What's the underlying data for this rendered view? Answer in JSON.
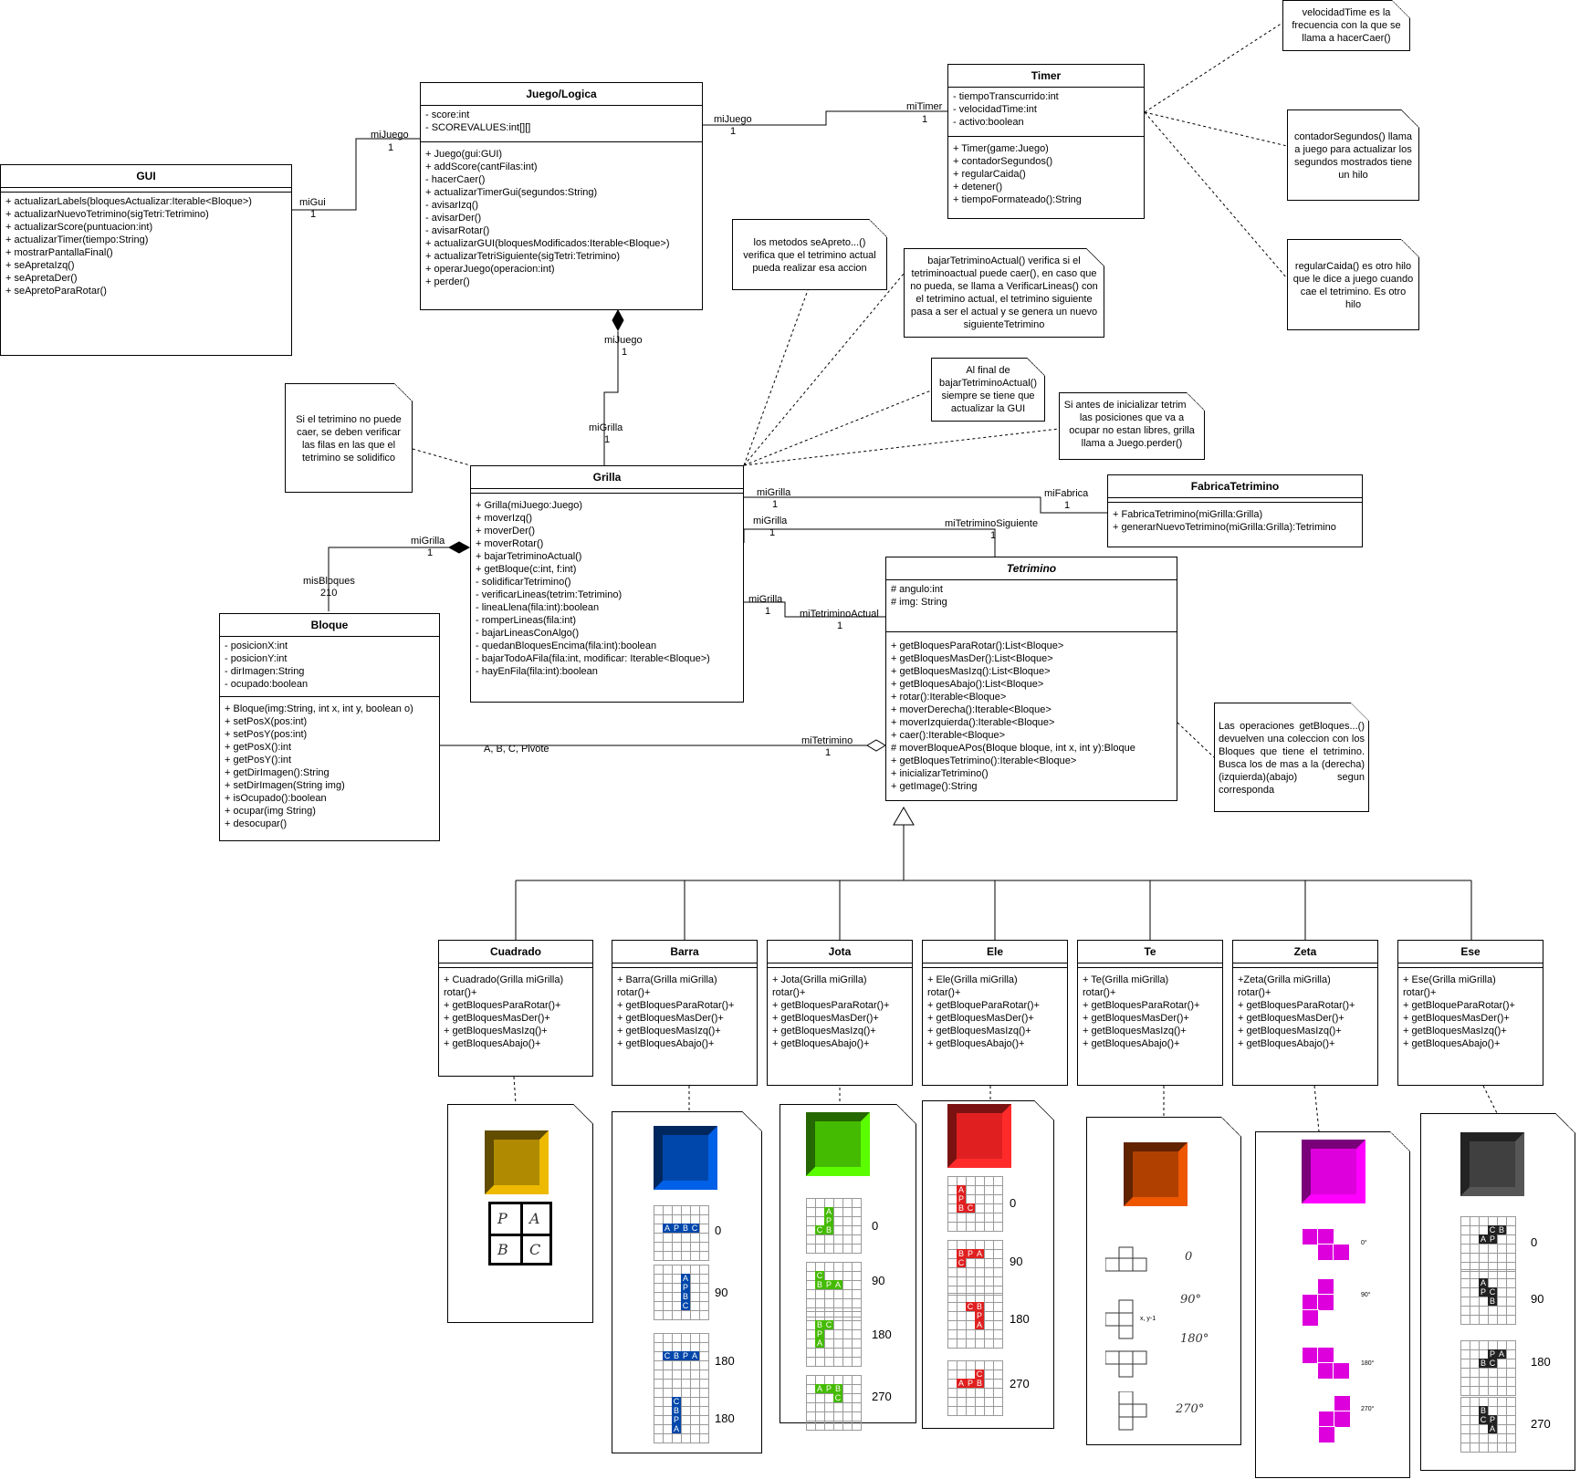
{
  "classes": {
    "gui": {
      "name": "GUI",
      "attrs": [],
      "methods": [
        "+ actualizarLabels(bloquesActualizar:Iterable<Bloque>)",
        "+ actualizarNuevoTetrimino(sigTetri:Tetrimino)",
        "+ actualizarScore(puntuacion:int)",
        "+ actualizarTimer(tiempo:String)",
        "+ mostrarPantallaFinal()",
        "+ seApretaIzq()",
        "+ seApretaDer()",
        "+ seApretoParaRotar()"
      ]
    },
    "juego": {
      "name": "Juego/Logica",
      "attrs": [
        "- score:int",
        "- SCOREVALUES:int[][]"
      ],
      "methods": [
        "+ Juego(gui:GUI)",
        "+ addScore(cantFilas:int)",
        "- hacerCaer()",
        "+ actualizarTimerGui(segundos:String)",
        "- avisarIzq()",
        "- avisarDer()",
        "- avisarRotar()",
        "+ actualizarGUI(bloquesModificados:Iterable<Bloque>)",
        "+ actualizarTetriSiguiente(sigTetri:Tetrimino)",
        "+ operarJuego(operacion:int)",
        "+ perder()"
      ]
    },
    "timer": {
      "name": "Timer",
      "attrs": [
        "- tiempoTranscurrido:int",
        "- velocidadTime:int",
        "- activo:boolean"
      ],
      "methods": [
        "+ Timer(game:Juego)",
        "+ contadorSegundos()",
        "+ regularCaida()",
        "+ detener()",
        "+ tiempoFormateado():String"
      ]
    },
    "grilla": {
      "name": "Grilla",
      "attrs": [],
      "methods": [
        "+ Grilla(miJuego:Juego)",
        "+ moverIzq()",
        "+ moverDer()",
        "+ moverRotar()",
        "+ bajarTetriminoActual()",
        "+ getBloque(c:int, f:int)",
        "- solidificarTetrimino()",
        "- verificarLineas(tetrim:Tetrimino)",
        "- lineaLlena(fila:int):boolean",
        "- romperLineas(fila:int)",
        "- bajarLineasConAlgo()",
        "- quedanBloquesEncima(fila:int):boolean",
        "- bajarTodoAFila(fila:int, modificar: Iterable<Bloque>)",
        "- hayEnFila(fila:int):boolean"
      ]
    },
    "fabrica": {
      "name": "FabricaTetrimino",
      "attrs": [],
      "methods": [
        "+ FabricaTetrimino(miGrilla:Grilla)",
        "+ generarNuevoTetrimino(miGrilla:Grilla):Tetrimino"
      ]
    },
    "tetrimino": {
      "name": "Tetrimino",
      "attrs": [
        "# angulo:int",
        "# img: String"
      ],
      "methods": [
        "+ getBloquesParaRotar():List<Bloque>",
        "+ getBloquesMasDer():List<Bloque>",
        "+ getBloquesMasIzq():List<Bloque>",
        "+ getBloquesAbajo():List<Bloque>",
        "+ rotar():Iterable<Bloque>",
        "+ moverDerecha():Iterable<Bloque>",
        "+ moverIzquierda():Iterable<Bloque>",
        "+ caer():Iterable<Bloque>",
        "# moverBloqueAPos(Bloque bloque, int x, int y):Bloque",
        "+ getBloquesTetrimino():Iterable<Bloque>",
        "+ inicializarTetrimino()",
        "+ getImage():String"
      ]
    },
    "bloque": {
      "name": "Bloque",
      "attrs": [
        "- posicionX:int",
        "- posicionY:int",
        "- dirImagen:String",
        "- ocupado:boolean"
      ],
      "methods": [
        "+ Bloque(img:String, int x, int y, boolean o)",
        "+ setPosX(pos:int)",
        "+ setPosY(pos:int)",
        "+ getPosX():int",
        "+ getPosY():int",
        "+ getDirImagen():String",
        "+ setDirImagen(String img)",
        "+ isOcupado():boolean",
        "+ ocupar(img String)",
        "+ desocupar()"
      ]
    }
  },
  "subclasses": [
    {
      "name": "Cuadrado",
      "methods": [
        "+ Cuadrado(Grilla miGrilla)",
        "rotar()+",
        "+ getBloquesParaRotar()+",
        "+ getBloquesMasDer()+",
        "+ getBloquesMasIzq()+",
        "+ getBloquesAbajo()+"
      ]
    },
    {
      "name": "Barra",
      "methods": [
        "+ Barra(Grilla miGrilla)",
        "rotar()+",
        "+ getBloquesParaRotar()+",
        "+ getBloquesMasDer()+",
        "+ getBloquesMasIzq()+",
        "+ getBloquesAbajo()+"
      ]
    },
    {
      "name": "Jota",
      "methods": [
        "+ Jota(Grilla miGrilla)",
        "rotar()+",
        "+ getBloquesParaRotar()+",
        "+ getBloquesMasDer()+",
        "+ getBloquesMasIzq()+",
        "+ getBloquesAbajo()+"
      ]
    },
    {
      "name": "Ele",
      "methods": [
        "+ Ele(Grilla miGrilla)",
        "rotar()+",
        "+ getBloqueParaRotar()+",
        "+ getBloquesMasDer()+",
        "+ getBloquesMasIzq()+",
        "+ getBloquesAbajo()+"
      ]
    },
    {
      "name": "Te",
      "methods": [
        "+ Te(Grilla miGrilla)",
        "rotar()+",
        "+ getBloquesParaRotar()+",
        "+ getBloquesMasDer()+",
        "+ getBloquesMasIzq()+",
        "+ getBloquesAbajo()+"
      ]
    },
    {
      "name": "Zeta",
      "methods": [
        "+Zeta(Grilla miGrilla)",
        "rotar()+",
        "+ getBloquesParaRotar()+",
        "+ getBloquesMasDer()+",
        "+ getBloquesMasIzq()+",
        "+ getBloquesAbajo()+"
      ]
    },
    {
      "name": "Ese",
      "methods": [
        "+ Ese(Grilla miGrilla)",
        "rotar()+",
        "+ getBloqueParaRotar()+",
        "+ getBloquesMasDer()+",
        "+ getBloquesMasIzq()+",
        "+ getBloquesAbajo()+"
      ]
    }
  ],
  "notes": {
    "velocidad": "velocidadTime es la frecuencia con la que se llama a hacerCaer()",
    "contador": "contadorSegundos() llama a juego para actualizar los segundos mostrados tiene un hilo",
    "regular": "regularCaida() es otro hilo que le dice a juego cuando cae el tetrimino. Es otro hilo",
    "seApreto": "los metodos seApreto...() verifica que el tetrimino actual pueda realizar esa accion",
    "bajar": "bajarTetriminoActual() verifica si el tetriminoactual puede caer(), en caso que no pueda, se llama a VerificarLineas() con el tetrimino actual, el tetrimino siguiente pasa a ser el actual y se genera un nuevo siguienteTetrimino",
    "alFinal": "Al final de bajarTetriminoActual() siempre se tiene que actualizar la GUI",
    "siAntes": "Si antes de inicializar tetrimino las posiciones que va a ocupar no estan libres, grilla llama a Juego.perder()",
    "siElTetrimino": "Si el tetrimino no puede caer, se deben verificar las filas en las que el tetrimino se solidifico",
    "lasOperaciones": "Las operaciones getBloques...() devuelven una coleccion con los Bloques que tiene el tetrimino. Busca los de mas a la (derecha)(izquierda)(abajo) segun corresponda"
  },
  "assoc_labels": {
    "miJuego_gui": "miJuego",
    "one_a": "1",
    "miGui": "miGui",
    "one_b": "1",
    "miJuego_timer": "miJuego",
    "one_c": "1",
    "miTimer": "miTimer",
    "one_d": "1",
    "miJuego_grilla": "miJuego",
    "one_e": "1",
    "miGrilla_juego": "miGrilla",
    "one_f": "1",
    "miGrilla_bloque": "miGrilla",
    "one_g": "1",
    "misBloques": "misBloques",
    "n210": "210",
    "miGrilla_fab": "miGrilla",
    "one_h": "1",
    "miFabrica": "miFabrica",
    "one_i": "1",
    "miGrilla_sig": "miGrilla",
    "one_j": "1",
    "miTetriminoSiguiente": "miTetriminoSiguiente",
    "one_k": "1",
    "miGrilla_act": "miGrilla",
    "one_l": "1",
    "miTetriminoActual": "miTetriminoActual",
    "one_m": "1",
    "abcPivote": "A, B, C, Pivote",
    "miTetrimino": "miTetrimino",
    "one_n": "1"
  },
  "pieces": {
    "cuadrado": {
      "color": "#b08a00",
      "cells": [
        "P",
        "A",
        "B",
        "C"
      ]
    },
    "barra": {
      "color": "#0047ab",
      "angles": [
        "0",
        "90",
        "180",
        "180"
      ]
    },
    "jota": {
      "color": "#44bb00",
      "angles": [
        "0",
        "90",
        "180",
        "270"
      ]
    },
    "ele": {
      "color": "#e02020",
      "angles": [
        "0",
        "90",
        "180",
        "270"
      ]
    },
    "te": {
      "color": "#b04000",
      "angles": [
        "0",
        "90°",
        "180°",
        "270°"
      ],
      "coord": "x, y-1"
    },
    "zeta": {
      "color": "#dd00dd",
      "angles": [
        "0°",
        "90°",
        "180°",
        "270°"
      ]
    },
    "ese": {
      "color": "#404040",
      "angles": [
        "0",
        "90",
        "180",
        "270"
      ]
    }
  }
}
